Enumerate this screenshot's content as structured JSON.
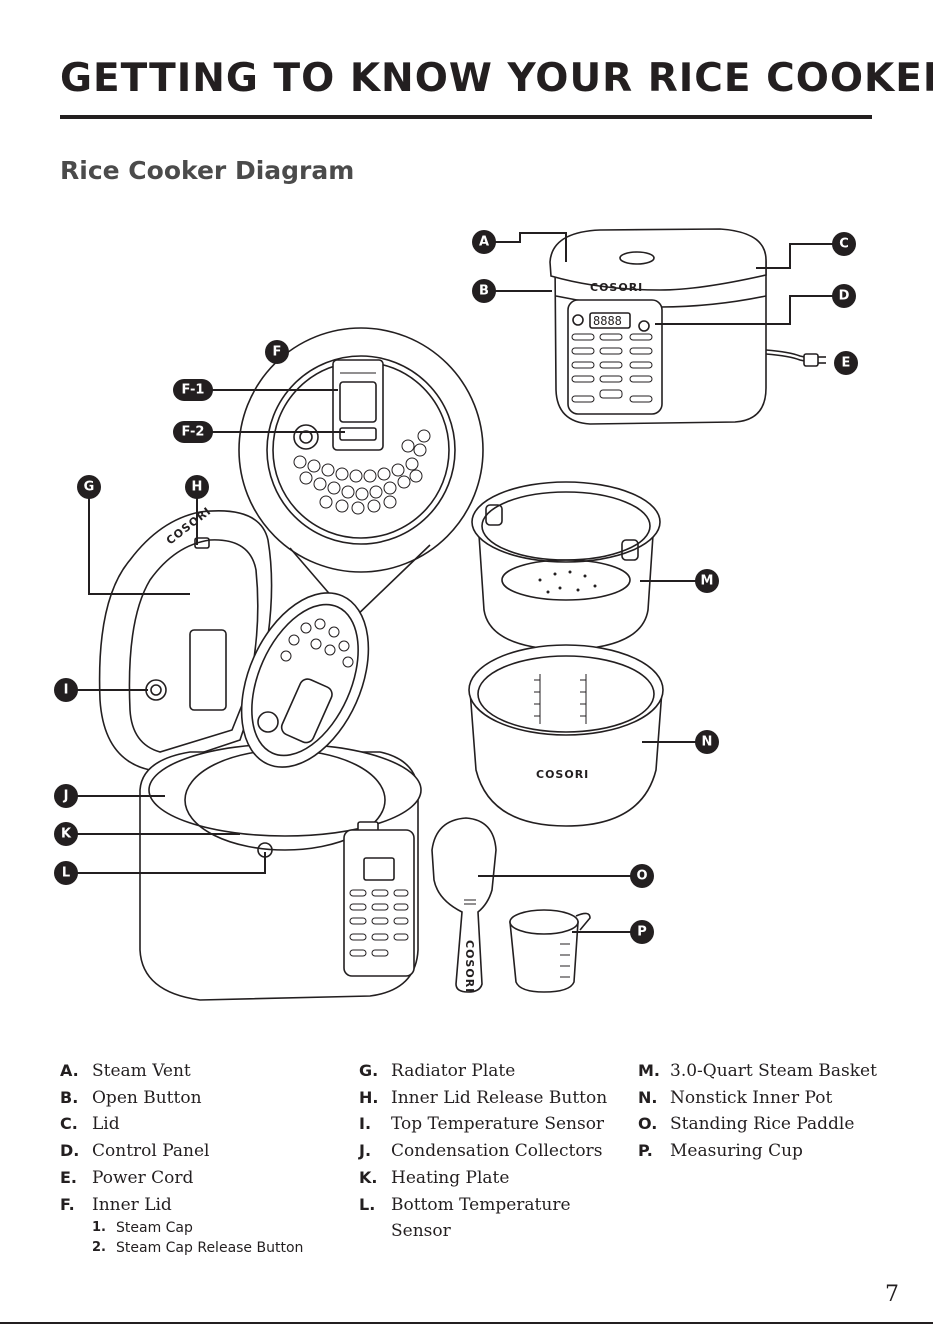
{
  "header": {
    "title": "GETTING TO KNOW YOUR RICE COOKER",
    "section": "Rice Cooker Diagram"
  },
  "diagram": {
    "brand": "COSORI",
    "display": "8888",
    "callouts": [
      "A",
      "B",
      "C",
      "D",
      "E",
      "F",
      "F-1",
      "F-2",
      "G",
      "H",
      "I",
      "J",
      "K",
      "L",
      "M",
      "N",
      "O",
      "P"
    ]
  },
  "parts": {
    "col1": [
      {
        "letter": "A.",
        "name": "Steam Vent"
      },
      {
        "letter": "B.",
        "name": "Open Button"
      },
      {
        "letter": "C.",
        "name": "Lid"
      },
      {
        "letter": "D.",
        "name": "Control Panel"
      },
      {
        "letter": "E.",
        "name": "Power Cord"
      },
      {
        "letter": "F.",
        "name": "Inner Lid"
      }
    ],
    "sub": [
      {
        "num": "1.",
        "name": "Steam Cap"
      },
      {
        "num": "2.",
        "name": "Steam Cap Release Button"
      }
    ],
    "col2": [
      {
        "letter": "G.",
        "name": "Radiator Plate"
      },
      {
        "letter": "H.",
        "name": "Inner Lid Release Button"
      },
      {
        "letter": "I.",
        "name": "Top Temperature Sensor"
      },
      {
        "letter": "J.",
        "name": "Condensation Collectors"
      },
      {
        "letter": "K.",
        "name": "Heating Plate"
      },
      {
        "letter": "L.",
        "name": "Bottom Temperature Sensor"
      }
    ],
    "col3": [
      {
        "letter": "M.",
        "name": "3.0-Quart Steam Basket"
      },
      {
        "letter": "N.",
        "name": "Nonstick Inner Pot"
      },
      {
        "letter": "O.",
        "name": "Standing Rice Paddle"
      },
      {
        "letter": "P.",
        "name": "Measuring Cup"
      }
    ]
  },
  "footer": {
    "page_number": "7"
  }
}
